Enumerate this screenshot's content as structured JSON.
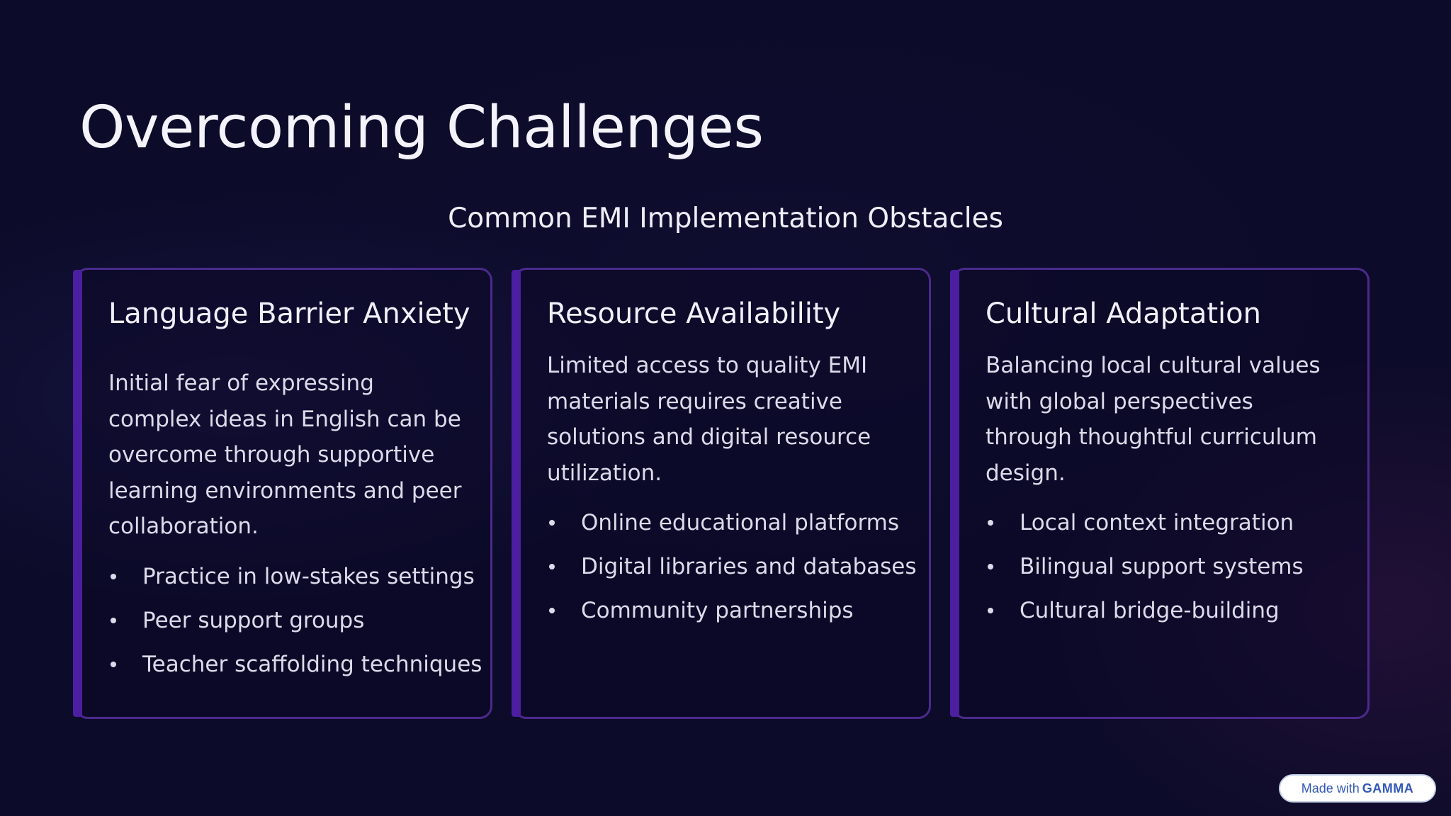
{
  "slide": {
    "title": "Overcoming Challenges",
    "subtitle": "Common EMI Implementation Obstacles"
  },
  "cards": [
    {
      "title": "Language Barrier Anxiety",
      "text": "Initial fear of expressing complex ideas in English can be overcome through supportive learning environments and peer collaboration.",
      "bullets": [
        "Practice in low-stakes settings",
        "Peer support groups",
        "Teacher scaffolding techniques"
      ]
    },
    {
      "title": "Resource Availability",
      "text": "Limited access to quality EMI materials requires creative solutions and digital resource utilization.",
      "bullets": [
        "Online educational platforms",
        "Digital libraries and databases",
        "Community partnerships"
      ]
    },
    {
      "title": "Cultural Adaptation",
      "text": "Balancing local cultural values with global perspectives through thoughtful curriculum design.",
      "bullets": [
        "Local context integration",
        "Bilingual support systems",
        "Cultural bridge-building"
      ]
    }
  ],
  "badge": {
    "prefix": "Made with",
    "brand": "GAMMA"
  },
  "colors": {
    "background": "#0c0b29",
    "card_border": "#4c2a8c",
    "card_accent": "#4b1fa0",
    "badge_text": "#3258b8"
  }
}
